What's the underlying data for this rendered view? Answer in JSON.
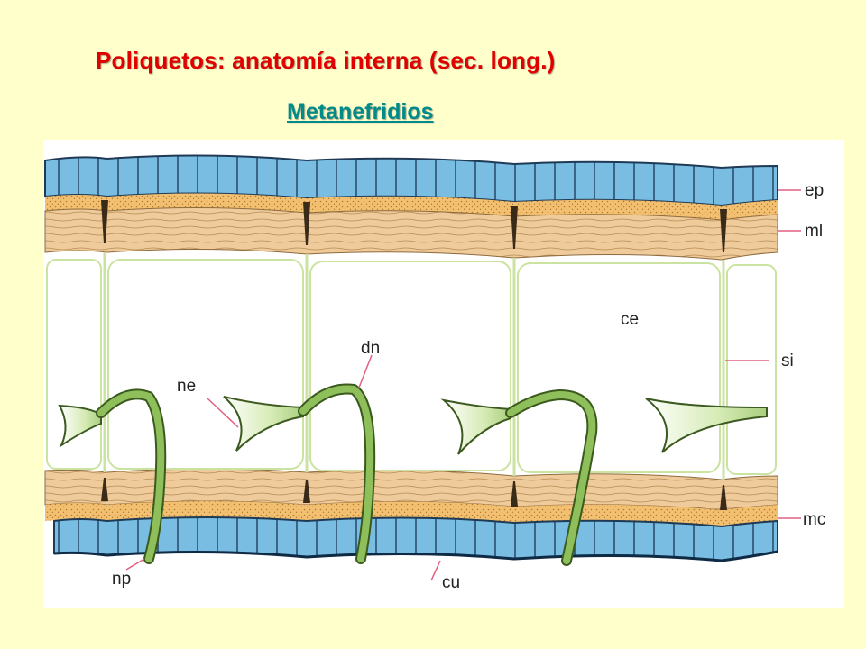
{
  "slide": {
    "title": "Poliquetos: anatomía interna (sec. long.)",
    "subtitle": "Metanefridios"
  },
  "diagram": {
    "labels": {
      "ep": "ep",
      "ml": "ml",
      "si": "si",
      "mc": "mc",
      "ce": "ce",
      "dn": "dn",
      "ne": "ne",
      "np": "np",
      "cu": "cu"
    }
  },
  "colors": {
    "background": "#FFFFCC",
    "title": "#E00000",
    "subtitle": "#008A8A",
    "epidermis": "#79BDE3",
    "circular_muscle": "#F2C070",
    "longitudinal_muscle": "#EFCB9C",
    "nephridium": "#8FBF5A"
  }
}
